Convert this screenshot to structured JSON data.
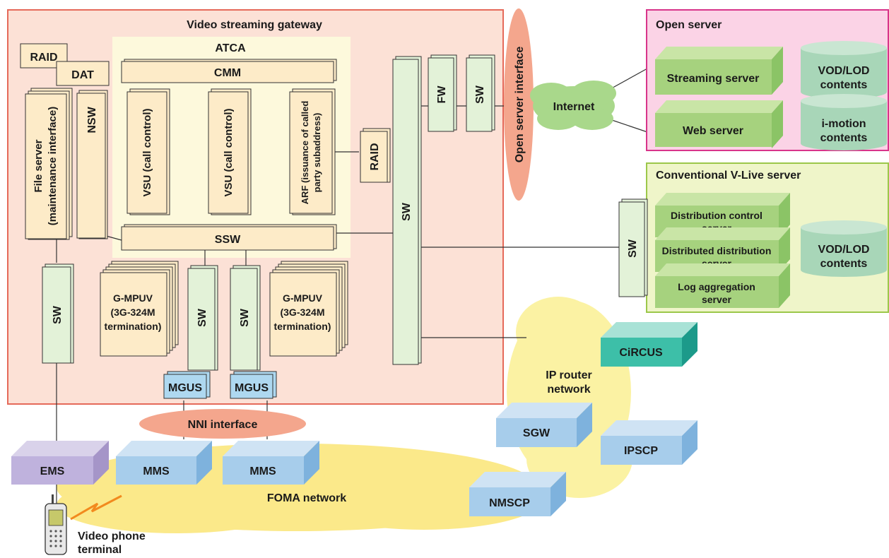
{
  "gateway": {
    "title": "Video streaming gateway",
    "atca": "ATCA",
    "cmm": "CMM",
    "raid_top": "RAID",
    "dat": "DAT",
    "file_server_line1": "File server",
    "file_server_line2": "(maintenance interface)",
    "nsw": "NSW",
    "vsu1": "VSU (call control)",
    "vsu2": "VSU (call control)",
    "arf_line1": "ARF (issuance of called",
    "arf_line2": "party subaddress)",
    "raid_right": "RAID",
    "ssw": "SSW",
    "sw_main": "SW",
    "fw": "FW",
    "sw_fw": "SW",
    "sw_left": "SW",
    "sw_mid1": "SW",
    "sw_mid2": "SW",
    "gmpuv_left": [
      "G-MPUV",
      "(3G-324M",
      "termination)"
    ],
    "gmpuv_right": [
      "G-MPUV",
      "(3G-324M",
      "termination)"
    ],
    "mgus1": "MGUS",
    "mgus2": "MGUS"
  },
  "open_interface": "Open server interface",
  "internet": "Internet",
  "open_server": {
    "title": "Open server",
    "streaming": "Streaming server",
    "web": "Web server",
    "vod_line1": "VOD/LOD",
    "vod_line2": "contents",
    "imotion_line1": "i-motion",
    "imotion_line2": "contents"
  },
  "vlive": {
    "title": "Conventional V-Live server",
    "sw": "SW",
    "dist_control": [
      "Distribution control",
      "server"
    ],
    "dist_dist": [
      "Distributed distribution",
      "server"
    ],
    "log": [
      "Log aggregation",
      "server"
    ],
    "vod_line1": "VOD/LOD",
    "vod_line2": "contents"
  },
  "nni": "NNI interface",
  "foma": "FOMA network",
  "ems": "EMS",
  "mms1": "MMS",
  "mms2": "MMS",
  "ip_router": [
    "IP router",
    "network"
  ],
  "circus": "CiRCUS",
  "sgw": "SGW",
  "ipscp": "IPSCP",
  "nmscp": "NMSCP",
  "phone_line1": "Video phone",
  "phone_line2": "terminal"
}
